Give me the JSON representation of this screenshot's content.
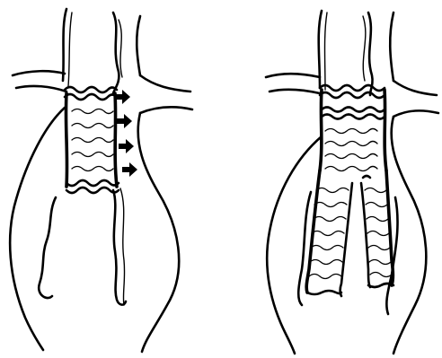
{
  "figure": {
    "panels": [
      {
        "id": "left",
        "arrows": 4
      },
      {
        "id": "right",
        "arrows": 0
      }
    ],
    "icons": [
      "migration-arrow-icon"
    ],
    "colors": {
      "ink": "#000000",
      "background": "#ffffff"
    }
  }
}
